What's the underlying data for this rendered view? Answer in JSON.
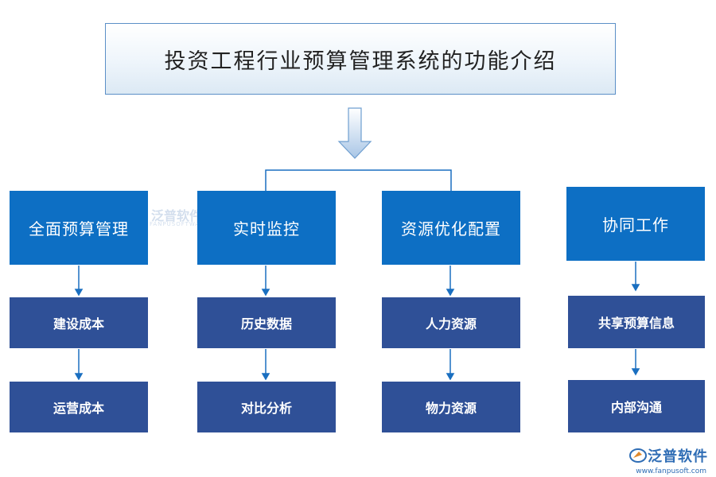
{
  "title": "投资工程行业预算管理系统的功能介绍",
  "categories": [
    {
      "label": "全面预算管理",
      "items": [
        "建设成本",
        "运营成本"
      ]
    },
    {
      "label": "实时监控",
      "items": [
        "历史数据",
        "对比分析"
      ]
    },
    {
      "label": "资源优化配置",
      "items": [
        "人力资源",
        "物力资源"
      ]
    },
    {
      "label": "协同工作",
      "items": [
        "共享预算信息",
        "内部沟通"
      ]
    }
  ],
  "watermark": {
    "text": "泛普软件",
    "subtext": "FANPUSOFTWARE"
  },
  "logo": {
    "text": "泛普软件",
    "url": "www.fanpusoft.com"
  },
  "colors": {
    "category": "#0d6fc4",
    "item": "#2f5097",
    "arrow": "#0d6fc4"
  }
}
